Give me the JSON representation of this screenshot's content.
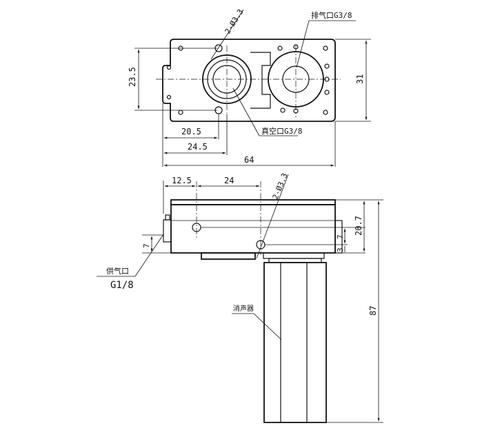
{
  "top_view": {
    "mounting_holes_label": "2-Ø3.3",
    "exhaust_port_label": "排气口G3/8",
    "vacuum_port_label": "真空口G3/8",
    "dim_height": "23.5",
    "dim_width_total": "64",
    "dim_right_height": "31",
    "dim_20_5": "20.5",
    "dim_24_5": "24.5"
  },
  "side_view": {
    "dim_12_5": "12.5",
    "dim_24": "24",
    "holes_label": "2-Ø3.3",
    "dim_20_7": "20.7",
    "dim_7_right": "7",
    "dim_3": "3",
    "dim_7_left": "7",
    "dim_87": "87",
    "supply_port_label": "供气口",
    "supply_port_size": "G1/8",
    "muffler_label": "消声器"
  }
}
